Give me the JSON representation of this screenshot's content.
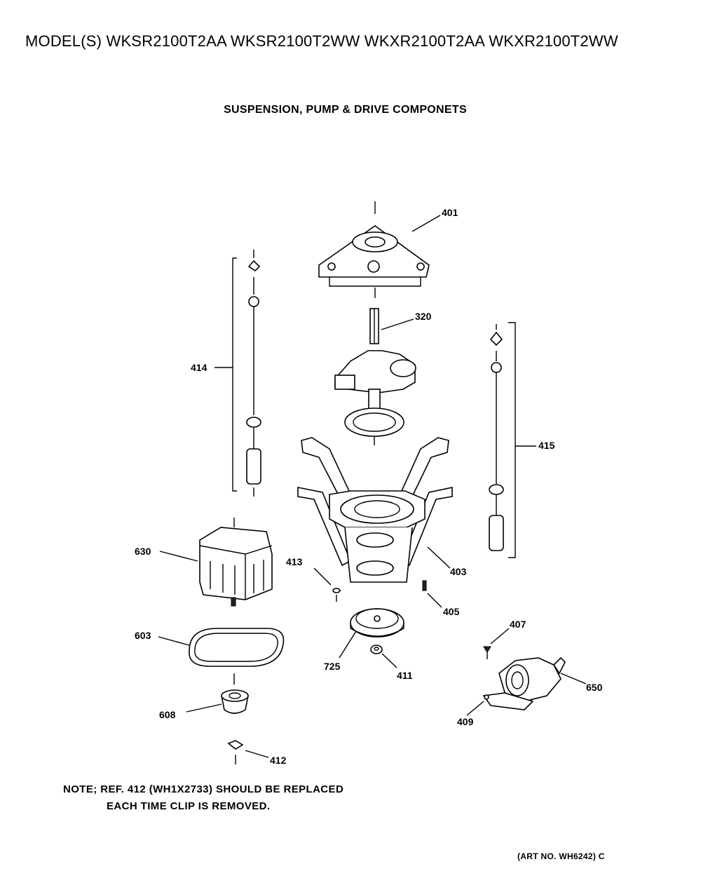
{
  "header": {
    "models": "MODEL(S) WKSR2100T2AA  WKSR2100T2WW  WKXR2100T2AA  WKXR2100T2WW",
    "section_title": "SUSPENSION, PUMP & DRIVE COMPONETS"
  },
  "callouts": {
    "p401": "401",
    "p320": "320",
    "p414": "414",
    "p415": "415",
    "p630": "630",
    "p413": "413",
    "p403": "403",
    "p405": "405",
    "p603": "603",
    "p725": "725",
    "p411": "411",
    "p407": "407",
    "p650": "650",
    "p608": "608",
    "p409": "409",
    "p412": "412"
  },
  "note": {
    "line1": "NOTE; REF. 412 (WH1X2733) SHOULD BE REPLACED",
    "line2": "EACH TIME CLIP IS REMOVED."
  },
  "footer": {
    "art_number": "(ART NO. WH6242) C"
  }
}
